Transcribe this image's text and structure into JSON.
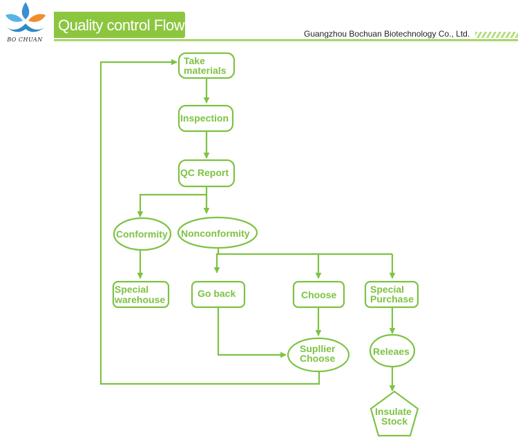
{
  "brand": {
    "logo_text": "BO CHUAN",
    "company": "Guangzhou Bochuan Biotechnology Co., Ltd."
  },
  "title": "Quality control Flow",
  "colors": {
    "accent": "#8cc63f",
    "node_stroke": "#7dc242",
    "text": "#7dc242"
  },
  "nodes": {
    "take_materials": [
      "Take",
      "materials"
    ],
    "inspection": [
      "Inspection"
    ],
    "qc_report": [
      "QC  Report"
    ],
    "conformity": [
      "Conformity"
    ],
    "nonconformity": [
      "Nonconformity"
    ],
    "special_warehouse": [
      "Special",
      "warehouse"
    ],
    "go_back": [
      "Go back"
    ],
    "choose": [
      "Choose"
    ],
    "special_purchase": [
      "Special",
      "Purchase"
    ],
    "supplier_choose": [
      "Supllier",
      "Choose"
    ],
    "releaes": [
      "Releaes"
    ],
    "insulate_stock": [
      "Insulate",
      "Stock"
    ]
  }
}
